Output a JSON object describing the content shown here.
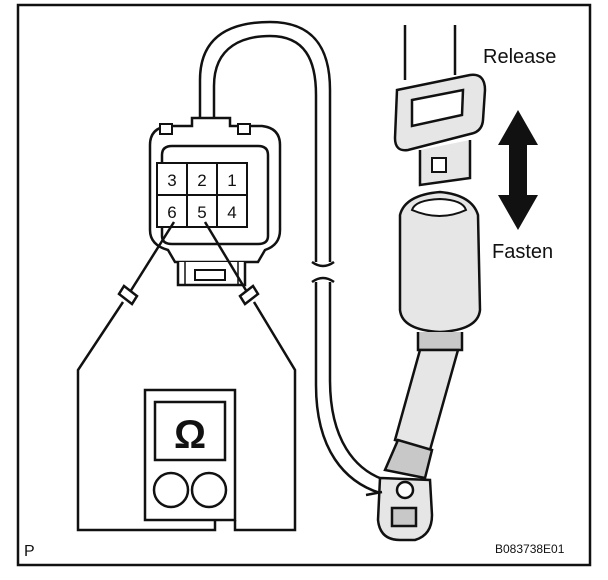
{
  "labels": {
    "release": "Release",
    "fasten": "Fasten",
    "page_mark": "P",
    "figure_code": "B083738E01",
    "ohm_symbol": "Ω"
  },
  "connector": {
    "pins": [
      "3",
      "2",
      "1",
      "6",
      "5",
      "4"
    ],
    "probed_pins": [
      "6",
      "5"
    ]
  },
  "colors": {
    "line": "#111111",
    "fill_light": "#e6e6e6",
    "fill_mid": "#c8c8c8",
    "background": "#ffffff"
  }
}
